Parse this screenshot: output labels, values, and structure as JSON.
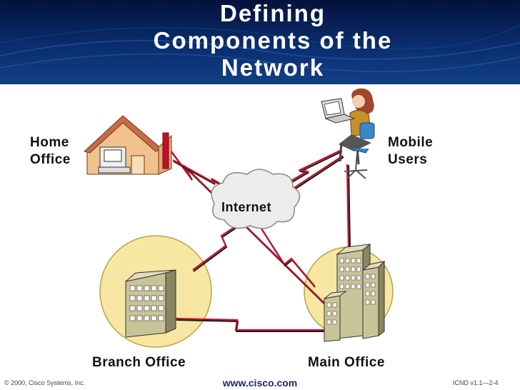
{
  "title": {
    "line1": "Defining",
    "line2": "Components of the",
    "line3": "Network"
  },
  "labels": {
    "home_office_line1": "Home",
    "home_office_line2": "Office",
    "mobile_users_line1": "Mobile",
    "mobile_users_line2": "Users",
    "internet": "Internet",
    "branch_office": "Branch Office",
    "main_office": "Main Office"
  },
  "footer": {
    "copyright": "© 2000, Cisco Systems, Inc.",
    "url": "www.cisco.com",
    "course_code": "ICND v1.1—2-4"
  },
  "colors": {
    "header": "#0a2e6e",
    "link": "#c0102a",
    "site_circle": "#f7e7a2",
    "internet_cloud": "#ececec"
  }
}
